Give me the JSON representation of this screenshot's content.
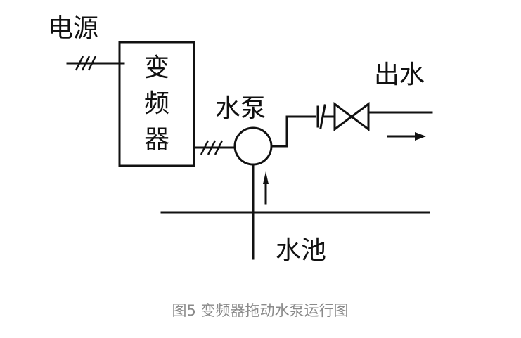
{
  "labels": {
    "power": "电源",
    "inverter_1": "变",
    "inverter_2": "频",
    "inverter_3": "器",
    "pump": "水泵",
    "outlet": "出水",
    "tank": "水池"
  },
  "caption": "图5 变频器拖动水泵运行图",
  "colors": {
    "line": "#111111",
    "caption": "#8a8a8a",
    "background": "#ffffff"
  }
}
